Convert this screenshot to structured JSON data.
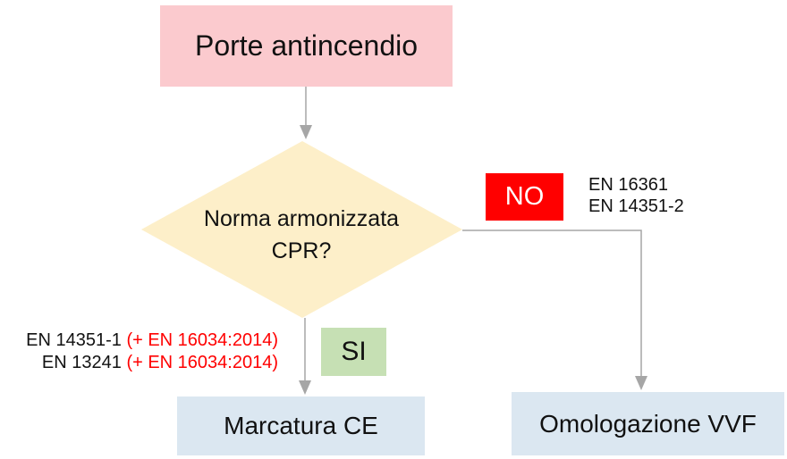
{
  "title": {
    "label": "Porte antincendio"
  },
  "decision": {
    "line1": "Norma armonizzata",
    "line2": "CPR?"
  },
  "branches": {
    "no": {
      "label": "NO",
      "norms": [
        "EN 16361",
        "EN 14351-2"
      ]
    },
    "si": {
      "label": "SI",
      "norms": [
        {
          "black": "EN 14351-1",
          "red": "(+ EN 16034:2014)"
        },
        {
          "black": "EN 13241",
          "red": "(+ EN 16034:2014)"
        }
      ]
    }
  },
  "outcomes": {
    "ce": {
      "label": "Marcatura CE"
    },
    "vvf": {
      "label": "Omologazione VVF"
    }
  },
  "colors": {
    "pink": "#FBCACE",
    "cream": "#FDEFC9",
    "red": "#FF0000",
    "green": "#C6E0B4",
    "blue": "#DBE7F1",
    "gray": "#A6A6A6",
    "redtext": "#FF0000",
    "ink": "#111111",
    "bg": "#FFFFFF"
  }
}
